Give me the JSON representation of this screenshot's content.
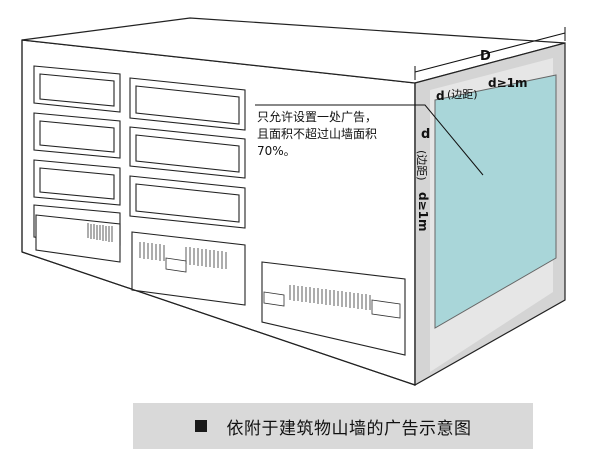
{
  "annotation": {
    "line1": "只允许设置一处广告，",
    "line2": "且面积不超过山墙面积",
    "line3": "70%。"
  },
  "labels": {
    "wall_width": "D",
    "top_margin_d": "d",
    "top_margin_word": "(边距)",
    "top_margin_rule": "d≥1m",
    "side_margin_d": "d",
    "side_margin_word": "(边距)",
    "side_margin_rule": "d≥1m"
  },
  "caption": {
    "text": "依附于建筑物山墙的广告示意图"
  },
  "colors": {
    "billboard": "#a9d6d9",
    "wall_shadow": "#d4d4d4",
    "line": "#222222",
    "caption_bg": "#d9d9d9"
  }
}
